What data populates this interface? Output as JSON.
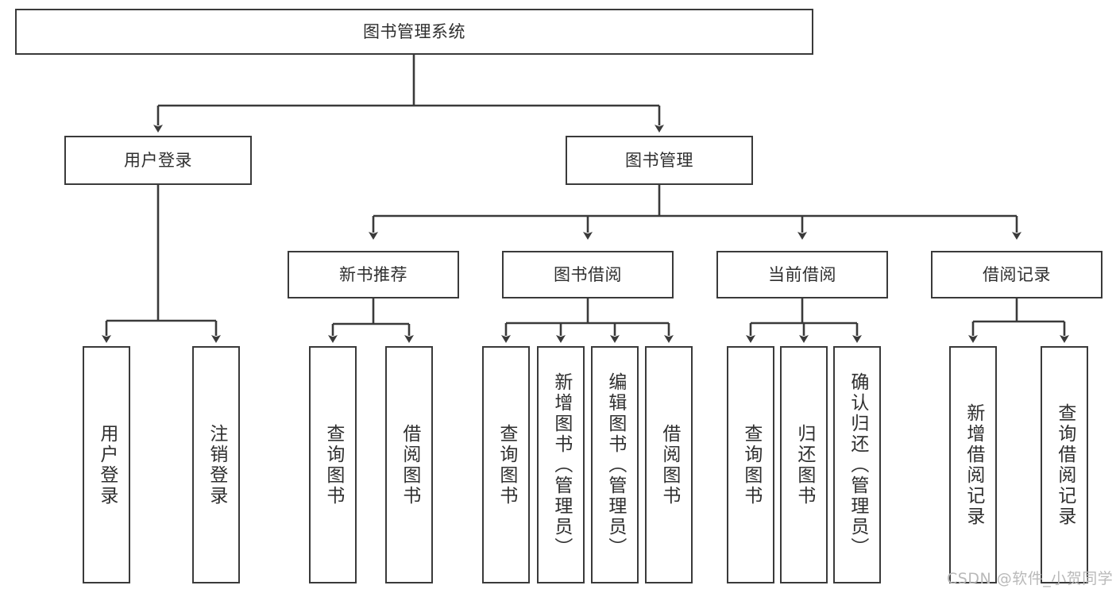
{
  "diagram": {
    "type": "hierarchy-tree",
    "title": "图书管理系统",
    "root": {
      "id": "root",
      "label": "图书管理系统"
    },
    "level2": [
      {
        "id": "user-login",
        "label": "用户登录"
      },
      {
        "id": "book-manage",
        "label": "图书管理"
      }
    ],
    "level3": [
      {
        "id": "new-book-rec",
        "label": "新书推荐",
        "parent": "book-manage"
      },
      {
        "id": "book-borrow",
        "label": "图书借阅",
        "parent": "book-manage"
      },
      {
        "id": "current-borrow",
        "label": "当前借阅",
        "parent": "book-manage"
      },
      {
        "id": "borrow-record",
        "label": "借阅记录",
        "parent": "book-manage"
      }
    ],
    "leaves": [
      {
        "id": "leaf-user-login",
        "label": "用户登录",
        "parent": "user-login"
      },
      {
        "id": "leaf-logout",
        "label": "注销登录",
        "parent": "user-login"
      },
      {
        "id": "leaf-query-book-1",
        "label": "查询图书",
        "parent": "new-book-rec"
      },
      {
        "id": "leaf-borrow-book-1",
        "label": "借阅图书",
        "parent": "new-book-rec"
      },
      {
        "id": "leaf-query-book-2",
        "label": "查询图书",
        "parent": "book-borrow"
      },
      {
        "id": "leaf-add-book",
        "label": "新增图书（管理员）",
        "parent": "book-borrow"
      },
      {
        "id": "leaf-edit-book",
        "label": "编辑图书（管理员）",
        "parent": "book-borrow"
      },
      {
        "id": "leaf-borrow-book-2",
        "label": "借阅图书",
        "parent": "book-borrow"
      },
      {
        "id": "leaf-query-book-3",
        "label": "查询图书",
        "parent": "current-borrow"
      },
      {
        "id": "leaf-return-book",
        "label": "归还图书",
        "parent": "current-borrow"
      },
      {
        "id": "leaf-confirm-return",
        "label": "确认归还（管理员）",
        "parent": "current-borrow"
      },
      {
        "id": "leaf-add-record",
        "label": "新增借阅记录",
        "parent": "borrow-record"
      },
      {
        "id": "leaf-query-record",
        "label": "查询借阅记录",
        "parent": "borrow-record"
      }
    ]
  },
  "watermark": {
    "text": "CSDN @软件_小贺同学"
  },
  "colors": {
    "stroke": "#3a3a3a",
    "text": "#2f2f2f",
    "background": "#ffffff",
    "watermark": "#b9b9b9"
  }
}
